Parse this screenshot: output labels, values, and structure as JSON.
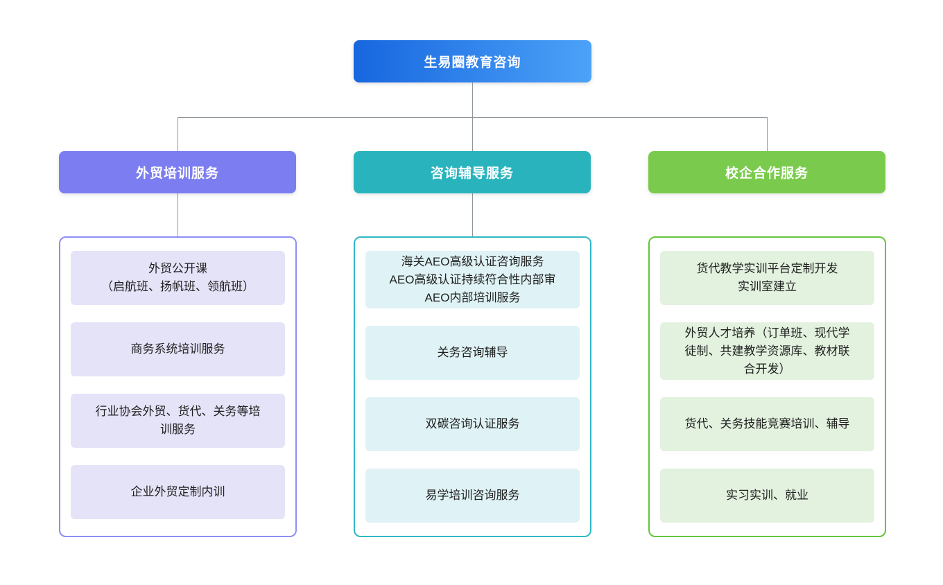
{
  "root": {
    "title": "生易圈教育咨询"
  },
  "columns": [
    {
      "header": "外贸培训服务",
      "items": [
        {
          "text": "外贸公开课\n（启航班、扬帆班、领航班）"
        },
        {
          "text": "商务系统培训服务"
        },
        {
          "text": "行业协会外贸、货代、关务等培\n训服务"
        },
        {
          "text": "企业外贸定制内训"
        }
      ]
    },
    {
      "header": "咨询辅导服务",
      "items": [
        {
          "text": "海关AEO高级认证咨询服务\nAEO高级认证持续符合性内部审\nAEO内部培训服务"
        },
        {
          "text": "关务咨询辅导"
        },
        {
          "text": "双碳咨询认证服务"
        },
        {
          "text": "易学培训咨询服务"
        }
      ]
    },
    {
      "header": "校企合作服务",
      "items": [
        {
          "text": "货代教学实训平台定制开发\n实训室建立"
        },
        {
          "text": "外贸人才培养（订单班、现代学\n徒制、共建教学资源库、教材联\n合开发）"
        },
        {
          "text": "货代、关务技能竞赛培训、辅导"
        },
        {
          "text": "实习实训、就业"
        }
      ]
    }
  ],
  "colors": {
    "root_gradient_start": "#1766DF",
    "root_gradient_end": "#4CA2F8",
    "category_fills": [
      "#7B7DF0",
      "#29B4BD",
      "#7ACB4D"
    ],
    "container_borders": [
      "#8C8EF5",
      "#2FB8C5",
      "#63C63C"
    ],
    "item_fills": [
      "#E5E3F8",
      "#DFF2F5",
      "#E3F2DF"
    ],
    "connector": "#8E959B",
    "header_text": "#FFFFFF",
    "item_text": "#1F1F1F"
  }
}
